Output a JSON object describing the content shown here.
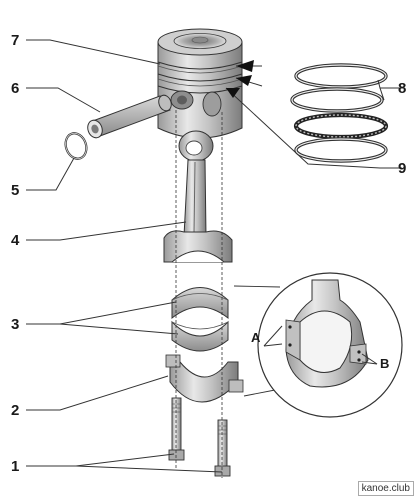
{
  "callouts": {
    "c1": "1",
    "c2": "2",
    "c3": "3",
    "c4": "4",
    "c5": "5",
    "c6": "6",
    "c7": "7",
    "c8": "8",
    "c9": "9",
    "cA": "A",
    "cB": "B"
  },
  "watermark": "kanoe.club"
}
